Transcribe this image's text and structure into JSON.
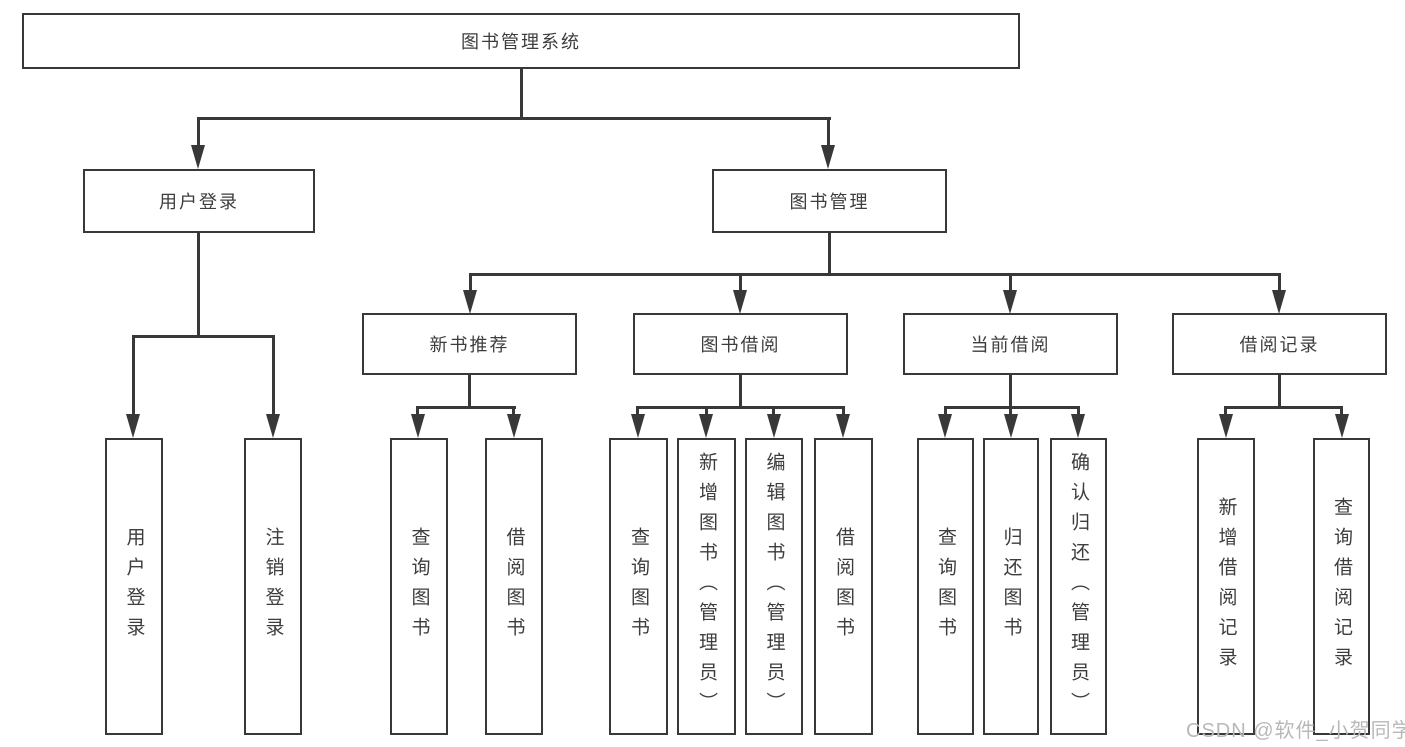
{
  "diagram_title": "图书管理系统",
  "tree": {
    "label": "图书管理系统",
    "children": [
      {
        "label": "用户登录",
        "children": [
          {
            "label": "用户登录"
          },
          {
            "label": "注销登录"
          }
        ]
      },
      {
        "label": "图书管理",
        "children": [
          {
            "label": "新书推荐",
            "children": [
              {
                "label": "查询图书"
              },
              {
                "label": "借阅图书"
              }
            ]
          },
          {
            "label": "图书借阅",
            "children": [
              {
                "label": "查询图书"
              },
              {
                "label": "新增图书（管理员）"
              },
              {
                "label": "编辑图书（管理员）"
              },
              {
                "label": "借阅图书"
              }
            ]
          },
          {
            "label": "当前借阅",
            "children": [
              {
                "label": "查询图书"
              },
              {
                "label": "归还图书"
              },
              {
                "label": "确认归还（管理员）"
              }
            ]
          },
          {
            "label": "借阅记录",
            "children": [
              {
                "label": "新增借阅记录"
              },
              {
                "label": "查询借阅记录"
              }
            ]
          }
        ]
      }
    ]
  },
  "watermark": "CSDN @软件_小贺同学",
  "colors": {
    "line": "#383838",
    "text": "#3d3d3d",
    "watermark": "#b8b8b8",
    "background": "#ffffff"
  }
}
